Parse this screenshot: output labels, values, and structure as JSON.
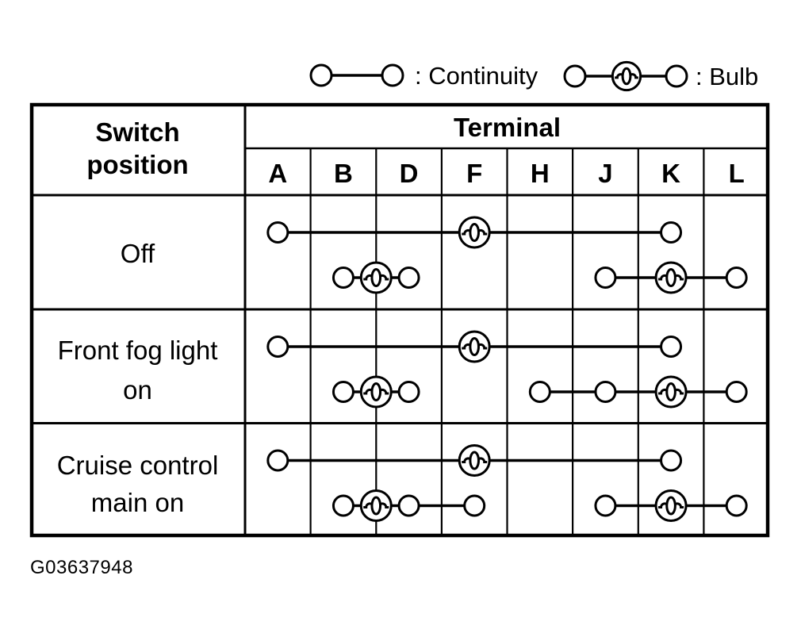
{
  "figure_id": "G03637948",
  "colors": {
    "ink": "#000000",
    "paper": "#ffffff"
  },
  "legend": {
    "continuity": {
      "symbol": "circle-line-circle",
      "label": ": Continuity"
    },
    "bulb": {
      "symbol": "circle-bulb-circle",
      "label": ": Bulb"
    }
  },
  "table": {
    "corner_lines": [
      "Switch",
      "position"
    ],
    "terminal_header": "Terminal",
    "terminals": [
      "A",
      "B",
      "D",
      "F",
      "H",
      "J",
      "K",
      "L"
    ],
    "rows": [
      {
        "label": "Off",
        "label_lines": [
          "Off"
        ],
        "segments": [
          {
            "track": 1,
            "wire": [
              "A",
              "K"
            ],
            "circles": [
              "A",
              "K"
            ],
            "bulbs": [
              "F"
            ]
          },
          {
            "track": 2,
            "wire": [
              "B",
              "D"
            ],
            "circles": [
              "B",
              "D"
            ],
            "bulbs": [
              "B-D"
            ]
          },
          {
            "track": 2,
            "wire": [
              "J",
              "L"
            ],
            "circles": [
              "J",
              "L"
            ],
            "bulbs": [
              "K"
            ]
          }
        ]
      },
      {
        "label": "Front fog light on",
        "label_lines": [
          "Front fog light",
          "on"
        ],
        "segments": [
          {
            "track": 1,
            "wire": [
              "A",
              "K"
            ],
            "circles": [
              "A",
              "K"
            ],
            "bulbs": [
              "F"
            ]
          },
          {
            "track": 2,
            "wire": [
              "B",
              "D"
            ],
            "circles": [
              "B",
              "D"
            ],
            "bulbs": [
              "B-D"
            ]
          },
          {
            "track": 2,
            "wire": [
              "H",
              "L"
            ],
            "circles": [
              "H",
              "J",
              "L"
            ],
            "bulbs": [
              "K"
            ]
          }
        ]
      },
      {
        "label": "Cruise control main on",
        "label_lines": [
          "Cruise control",
          "main on"
        ],
        "segments": [
          {
            "track": 1,
            "wire": [
              "A",
              "K"
            ],
            "circles": [
              "A",
              "K"
            ],
            "bulbs": [
              "F"
            ]
          },
          {
            "track": 2,
            "wire": [
              "B",
              "F"
            ],
            "circles": [
              "B",
              "D",
              "F"
            ],
            "bulbs": [
              "B-D"
            ]
          },
          {
            "track": 2,
            "wire": [
              "J",
              "L"
            ],
            "circles": [
              "J",
              "L"
            ],
            "bulbs": [
              "K"
            ]
          }
        ]
      }
    ]
  }
}
